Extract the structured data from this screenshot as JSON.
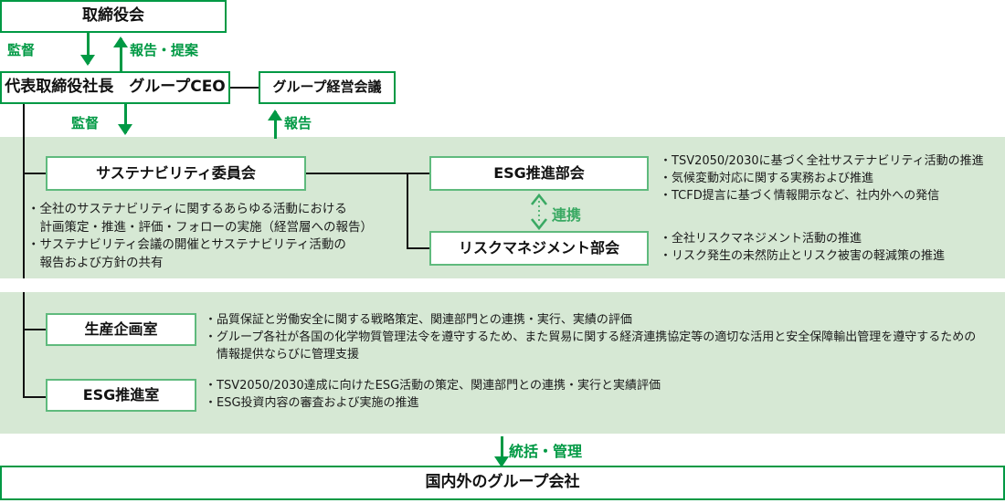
{
  "diagram": {
    "title_box": {
      "label": "取締役会"
    },
    "ceo_box": {
      "label": "代表取締役社長　グループCEO"
    },
    "group_meeting_box": {
      "label": "グループ経営会議"
    },
    "bottom_box": {
      "label": "国内外のグループ会社"
    },
    "arrows": {
      "supervise_top": "監督",
      "report_propose": "報告・提案",
      "supervise_mid": "監督",
      "report_group": "報告",
      "coordination": "連携",
      "control_manage": "統括・管理"
    },
    "committee": {
      "label": "サステナビリティ委員会",
      "description": "・全社のサステナビリティに関するあらゆる活動における\n　計画策定・推進・評価・フォローの実施（経営層への報告）\n・サステナビリティ会議の開催とサステナビリティ活動の\n　報告および方針の共有"
    },
    "subcommittees": [
      {
        "label": "ESG推進部会",
        "description": "・TSV2050/2030に基づく全社サステナビリティ活動の推進\n・気候変動対応に関する実務および推進\n・TCFD提言に基づく情報開示など、社内外への発信"
      },
      {
        "label": "リスクマネジメント部会",
        "description": "・全社リスクマネジメント活動の推進\n・リスク発生の未然防止とリスク被害の軽減策の推進"
      }
    ],
    "offices": [
      {
        "label": "生産企画室",
        "description": "・品質保証と労働安全に関する戦略策定、関連部門との連携・実行、実績の評価\n・グループ各社が各国の化学物質管理法令を遵守するため、また貿易に関する経済連携協定等の適切な活用と安全保障輸出管理を遵守するための\n　情報提供ならびに管理支援"
      },
      {
        "label": "ESG推進室",
        "description": "・TSV2050/2030達成に向けたESG活動の策定、関連部門との連携・実行と実績評価\n・ESG投資内容の審査および実施の推進"
      }
    ],
    "colors": {
      "panel_background": "#d6e8d4",
      "accent_green": "#009944",
      "soft_green": "#5fba7d",
      "line_black": "#111111"
    }
  }
}
